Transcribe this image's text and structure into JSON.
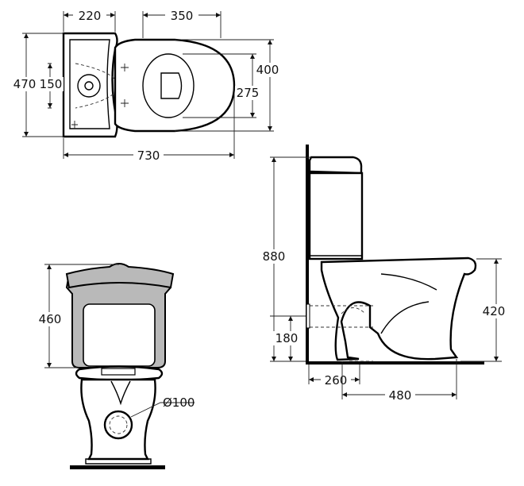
{
  "top_view": {
    "width_220": "220",
    "width_350": "350",
    "height_400": "400",
    "height_470": "470",
    "offset_150": "150",
    "seat_275": "275",
    "length_730": "730"
  },
  "front_view": {
    "cistern_460": "460",
    "outlet_diameter": "Ø100"
  },
  "side_view": {
    "height_880": "880",
    "height_420": "420",
    "height_180": "180",
    "depth_260": "260",
    "depth_480": "480"
  }
}
